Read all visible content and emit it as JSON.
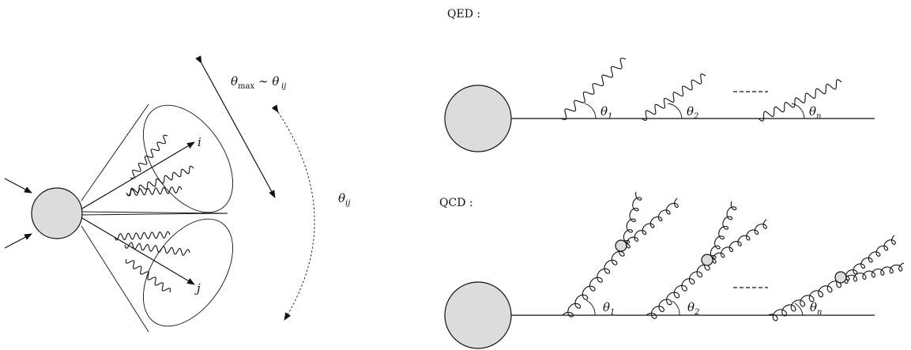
{
  "left_diagram": {
    "theta_max": "θ",
    "theta_max_sub": "max",
    "theta_max_rel": "∼ θ",
    "theta_max_rel_sub": "ij",
    "theta_ij": "θ",
    "theta_ij_sub": "ij",
    "label_i": "i",
    "label_j": "j"
  },
  "qed_panel": {
    "header": "QED :",
    "theta1": "θ",
    "theta1_sub": "1",
    "theta2": "θ",
    "theta2_sub": "2",
    "thetan": "θ",
    "thetan_sub": "n"
  },
  "qcd_panel": {
    "header": "QCD :",
    "theta1": "θ",
    "theta1_sub": "1",
    "theta2": "θ",
    "theta2_sub": "2",
    "thetan": "θ",
    "thetan_sub": "n"
  },
  "colors": {
    "line": "#111111",
    "blob": "#dcdcdc"
  }
}
